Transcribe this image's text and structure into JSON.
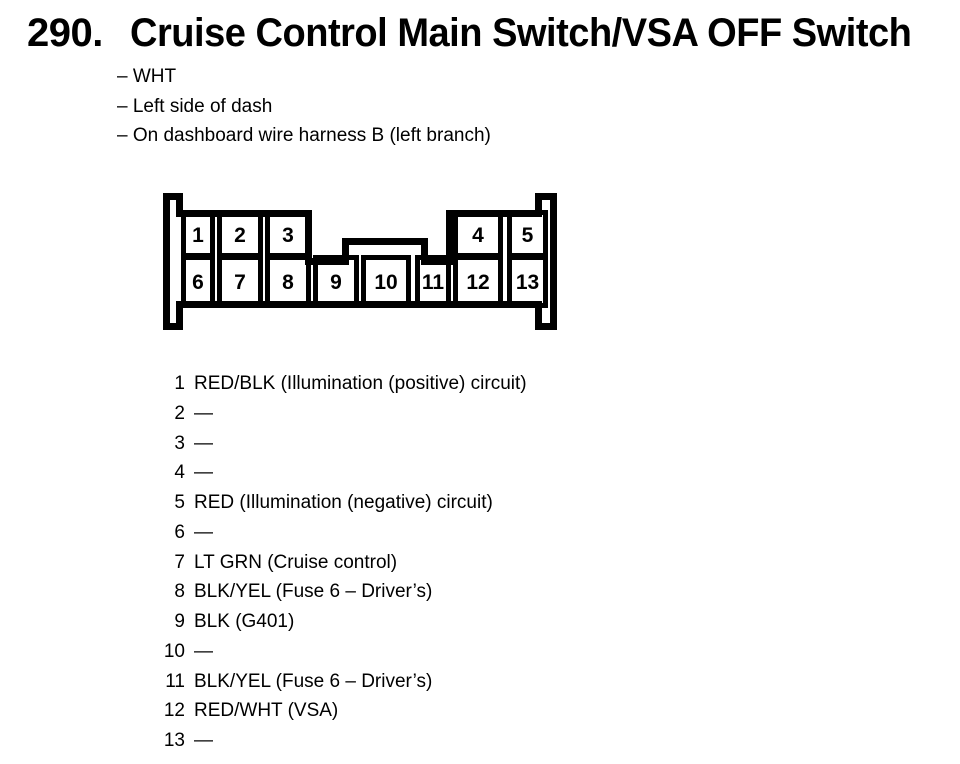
{
  "header": {
    "index": "290.",
    "title": "Cruise Control Main Switch/VSA OFF Switch"
  },
  "details": [
    "– WHT",
    "– Left side of dash",
    "– On dashboard wire harness B (left branch)"
  ],
  "connector": {
    "description": "13-pin connector front view",
    "rows": 2
  },
  "pins": [
    {
      "pin": "1",
      "desc": "RED/BLK (Illumination (positive) circuit)"
    },
    {
      "pin": "2",
      "desc": "—"
    },
    {
      "pin": "3",
      "desc": "—"
    },
    {
      "pin": "4",
      "desc": "—"
    },
    {
      "pin": "5",
      "desc": "RED (Illumination (negative) circuit)"
    },
    {
      "pin": "6",
      "desc": "—"
    },
    {
      "pin": "7",
      "desc": "LT GRN (Cruise control)"
    },
    {
      "pin": "8",
      "desc": "BLK/YEL (Fuse 6 – Driver’s)"
    },
    {
      "pin": "9",
      "desc": "BLK (G401)"
    },
    {
      "pin": "10",
      "desc": "—"
    },
    {
      "pin": "11",
      "desc": "BLK/YEL (Fuse 6 – Driver’s)"
    },
    {
      "pin": "12",
      "desc": "RED/WHT (VSA)"
    },
    {
      "pin": "13",
      "desc": "—"
    }
  ],
  "colors": {
    "ink": "#000000",
    "paper": "#ffffff"
  }
}
